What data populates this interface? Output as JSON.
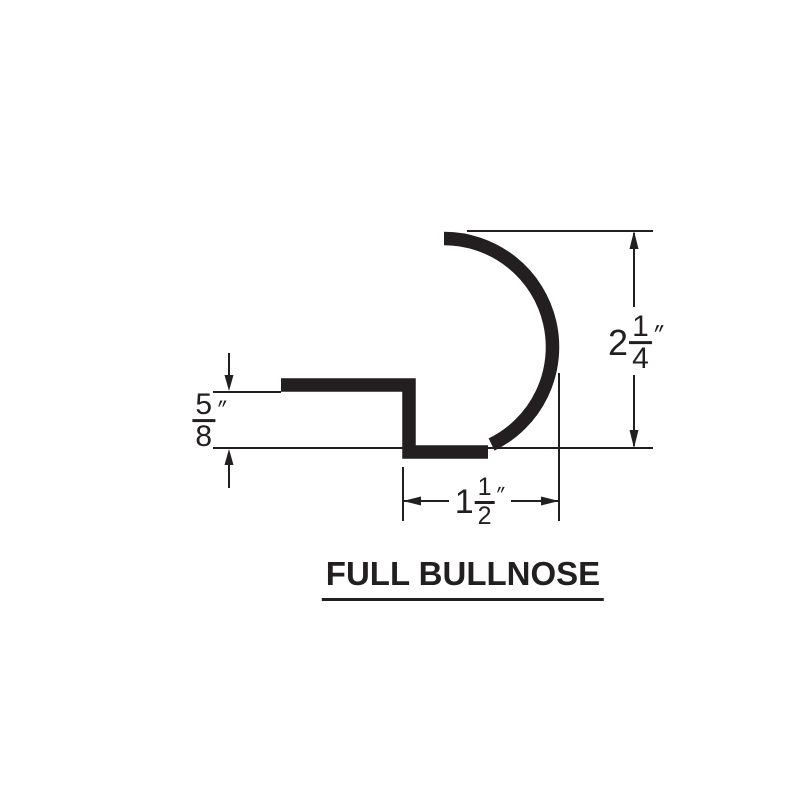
{
  "title": {
    "text": "FULL BULLNOSE"
  },
  "dimensions": {
    "overall_height": {
      "display": "2 1/4\"",
      "whole": "2",
      "numerator": "1",
      "denominator": "4",
      "unit": "″"
    },
    "flange_height": {
      "display": "5/8\"",
      "numerator": "5",
      "denominator": "8",
      "unit": "″"
    },
    "overall_width": {
      "display": "1 1/2\"",
      "whole": "1",
      "numerator": "1",
      "denominator": "2",
      "unit": "″"
    }
  },
  "colors": {
    "ink": "#231f20",
    "background": "#ffffff"
  }
}
